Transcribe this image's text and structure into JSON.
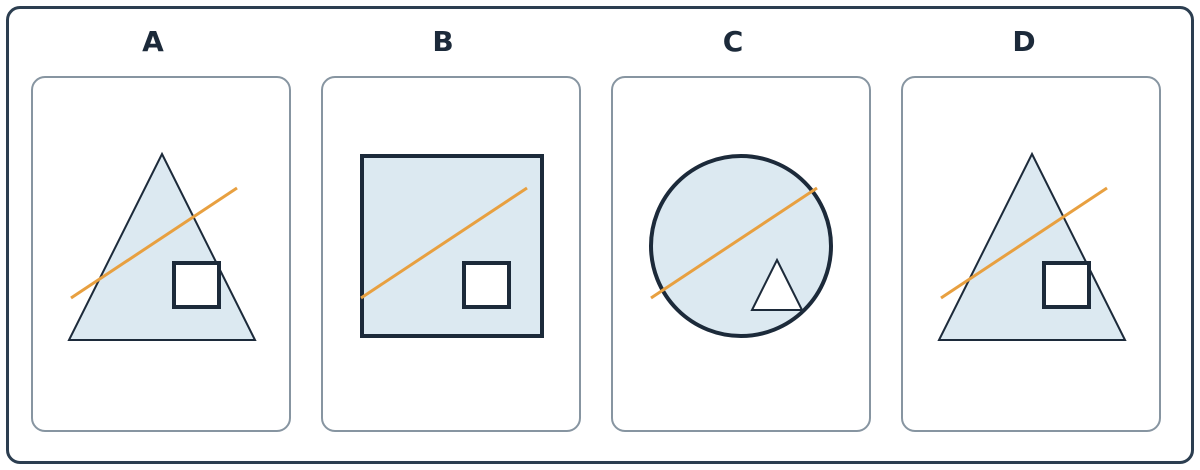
{
  "options": [
    {
      "label": "A",
      "outer_shape": "triangle",
      "inner_shape": "square"
    },
    {
      "label": "B",
      "outer_shape": "square",
      "inner_shape": "square"
    },
    {
      "label": "C",
      "outer_shape": "circle",
      "inner_shape": "triangle"
    },
    {
      "label": "D",
      "outer_shape": "triangle",
      "inner_shape": "square"
    }
  ],
  "colors": {
    "frame_border": "#2c3e50",
    "card_border": "#8795a1",
    "shape_fill": "#dce9f1",
    "shape_stroke": "#1c2a3a",
    "line": "#e8a040",
    "inner_fill": "#ffffff"
  }
}
